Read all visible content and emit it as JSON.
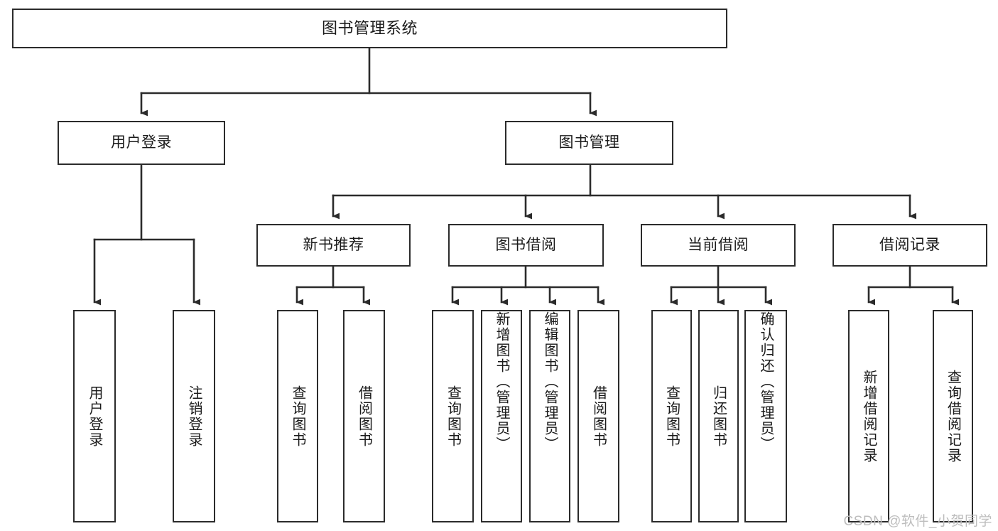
{
  "diagram": {
    "title": "图书管理系统",
    "type": "tree-hierarchy",
    "watermark": "CSDN @软件_小贺同学",
    "colors": {
      "stroke": "#2b2b2b",
      "fill": "#ffffff",
      "text": "#1a1a1a",
      "watermark": "#bdbdbd"
    },
    "root": {
      "label": "图书管理系统"
    },
    "level2": [
      {
        "label": "用户登录"
      },
      {
        "label": "图书管理"
      }
    ],
    "level3": [
      {
        "label": "新书推荐"
      },
      {
        "label": "图书借阅"
      },
      {
        "label": "当前借阅"
      },
      {
        "label": "借阅记录"
      }
    ],
    "leaves": {
      "user_login": [
        {
          "label": "用户登录"
        },
        {
          "label": "注销登录"
        }
      ],
      "new_book_recommend": [
        {
          "label": "查询图书"
        },
        {
          "label": "借阅图书"
        }
      ],
      "book_borrow": [
        {
          "label": "查询图书"
        },
        {
          "label": "新增图书（管理员）"
        },
        {
          "label": "编辑图书（管理员）"
        },
        {
          "label": "借阅图书"
        }
      ],
      "current_borrow": [
        {
          "label": "查询图书"
        },
        {
          "label": "归还图书"
        },
        {
          "label": "确认归还（管理员）"
        }
      ],
      "borrow_record": [
        {
          "label": "新增借阅记录"
        },
        {
          "label": "查询借阅记录"
        }
      ]
    }
  }
}
